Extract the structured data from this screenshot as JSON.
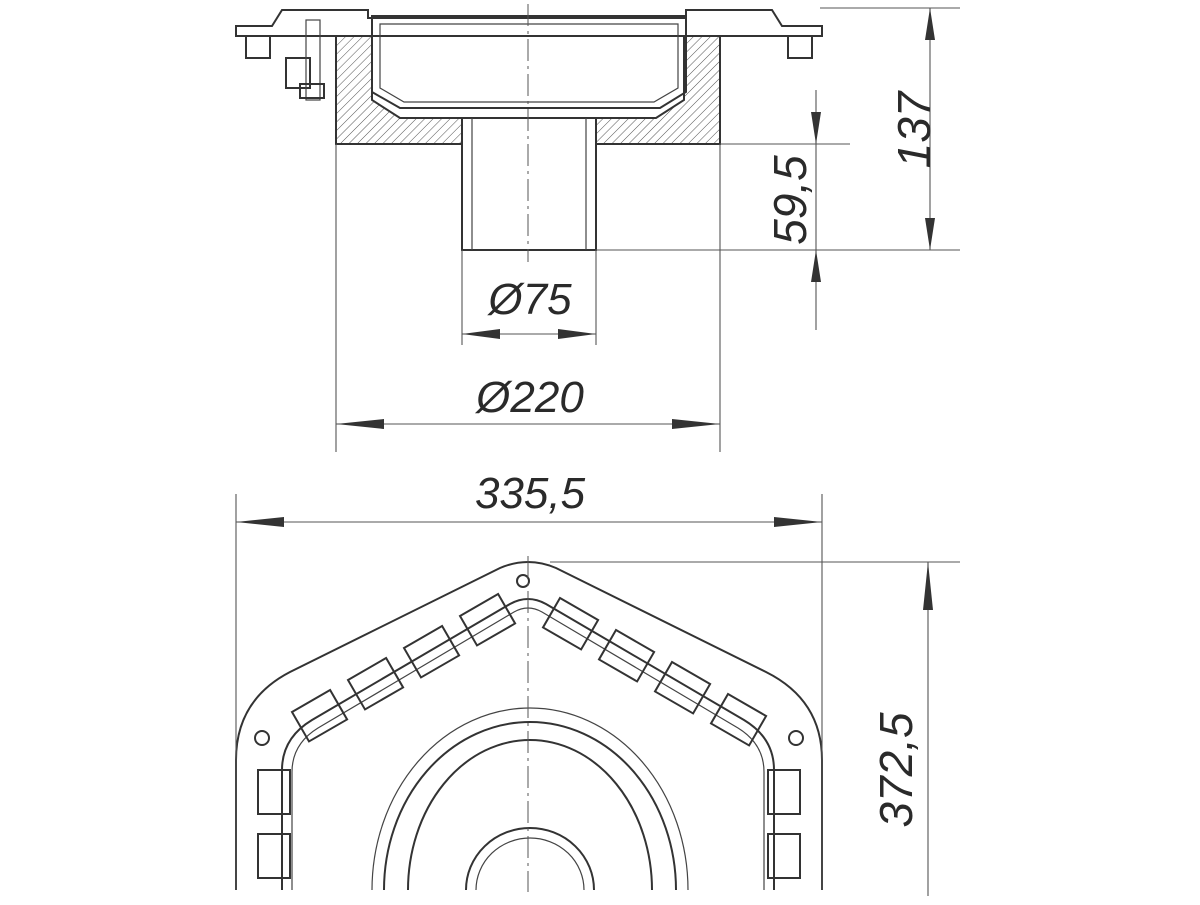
{
  "dimensions": {
    "height_total": "137",
    "height_outlet": "59,5",
    "outlet_diameter": "Ø75",
    "body_diameter": "Ø220",
    "flange_width": "335,5",
    "flange_length": "372,5"
  }
}
